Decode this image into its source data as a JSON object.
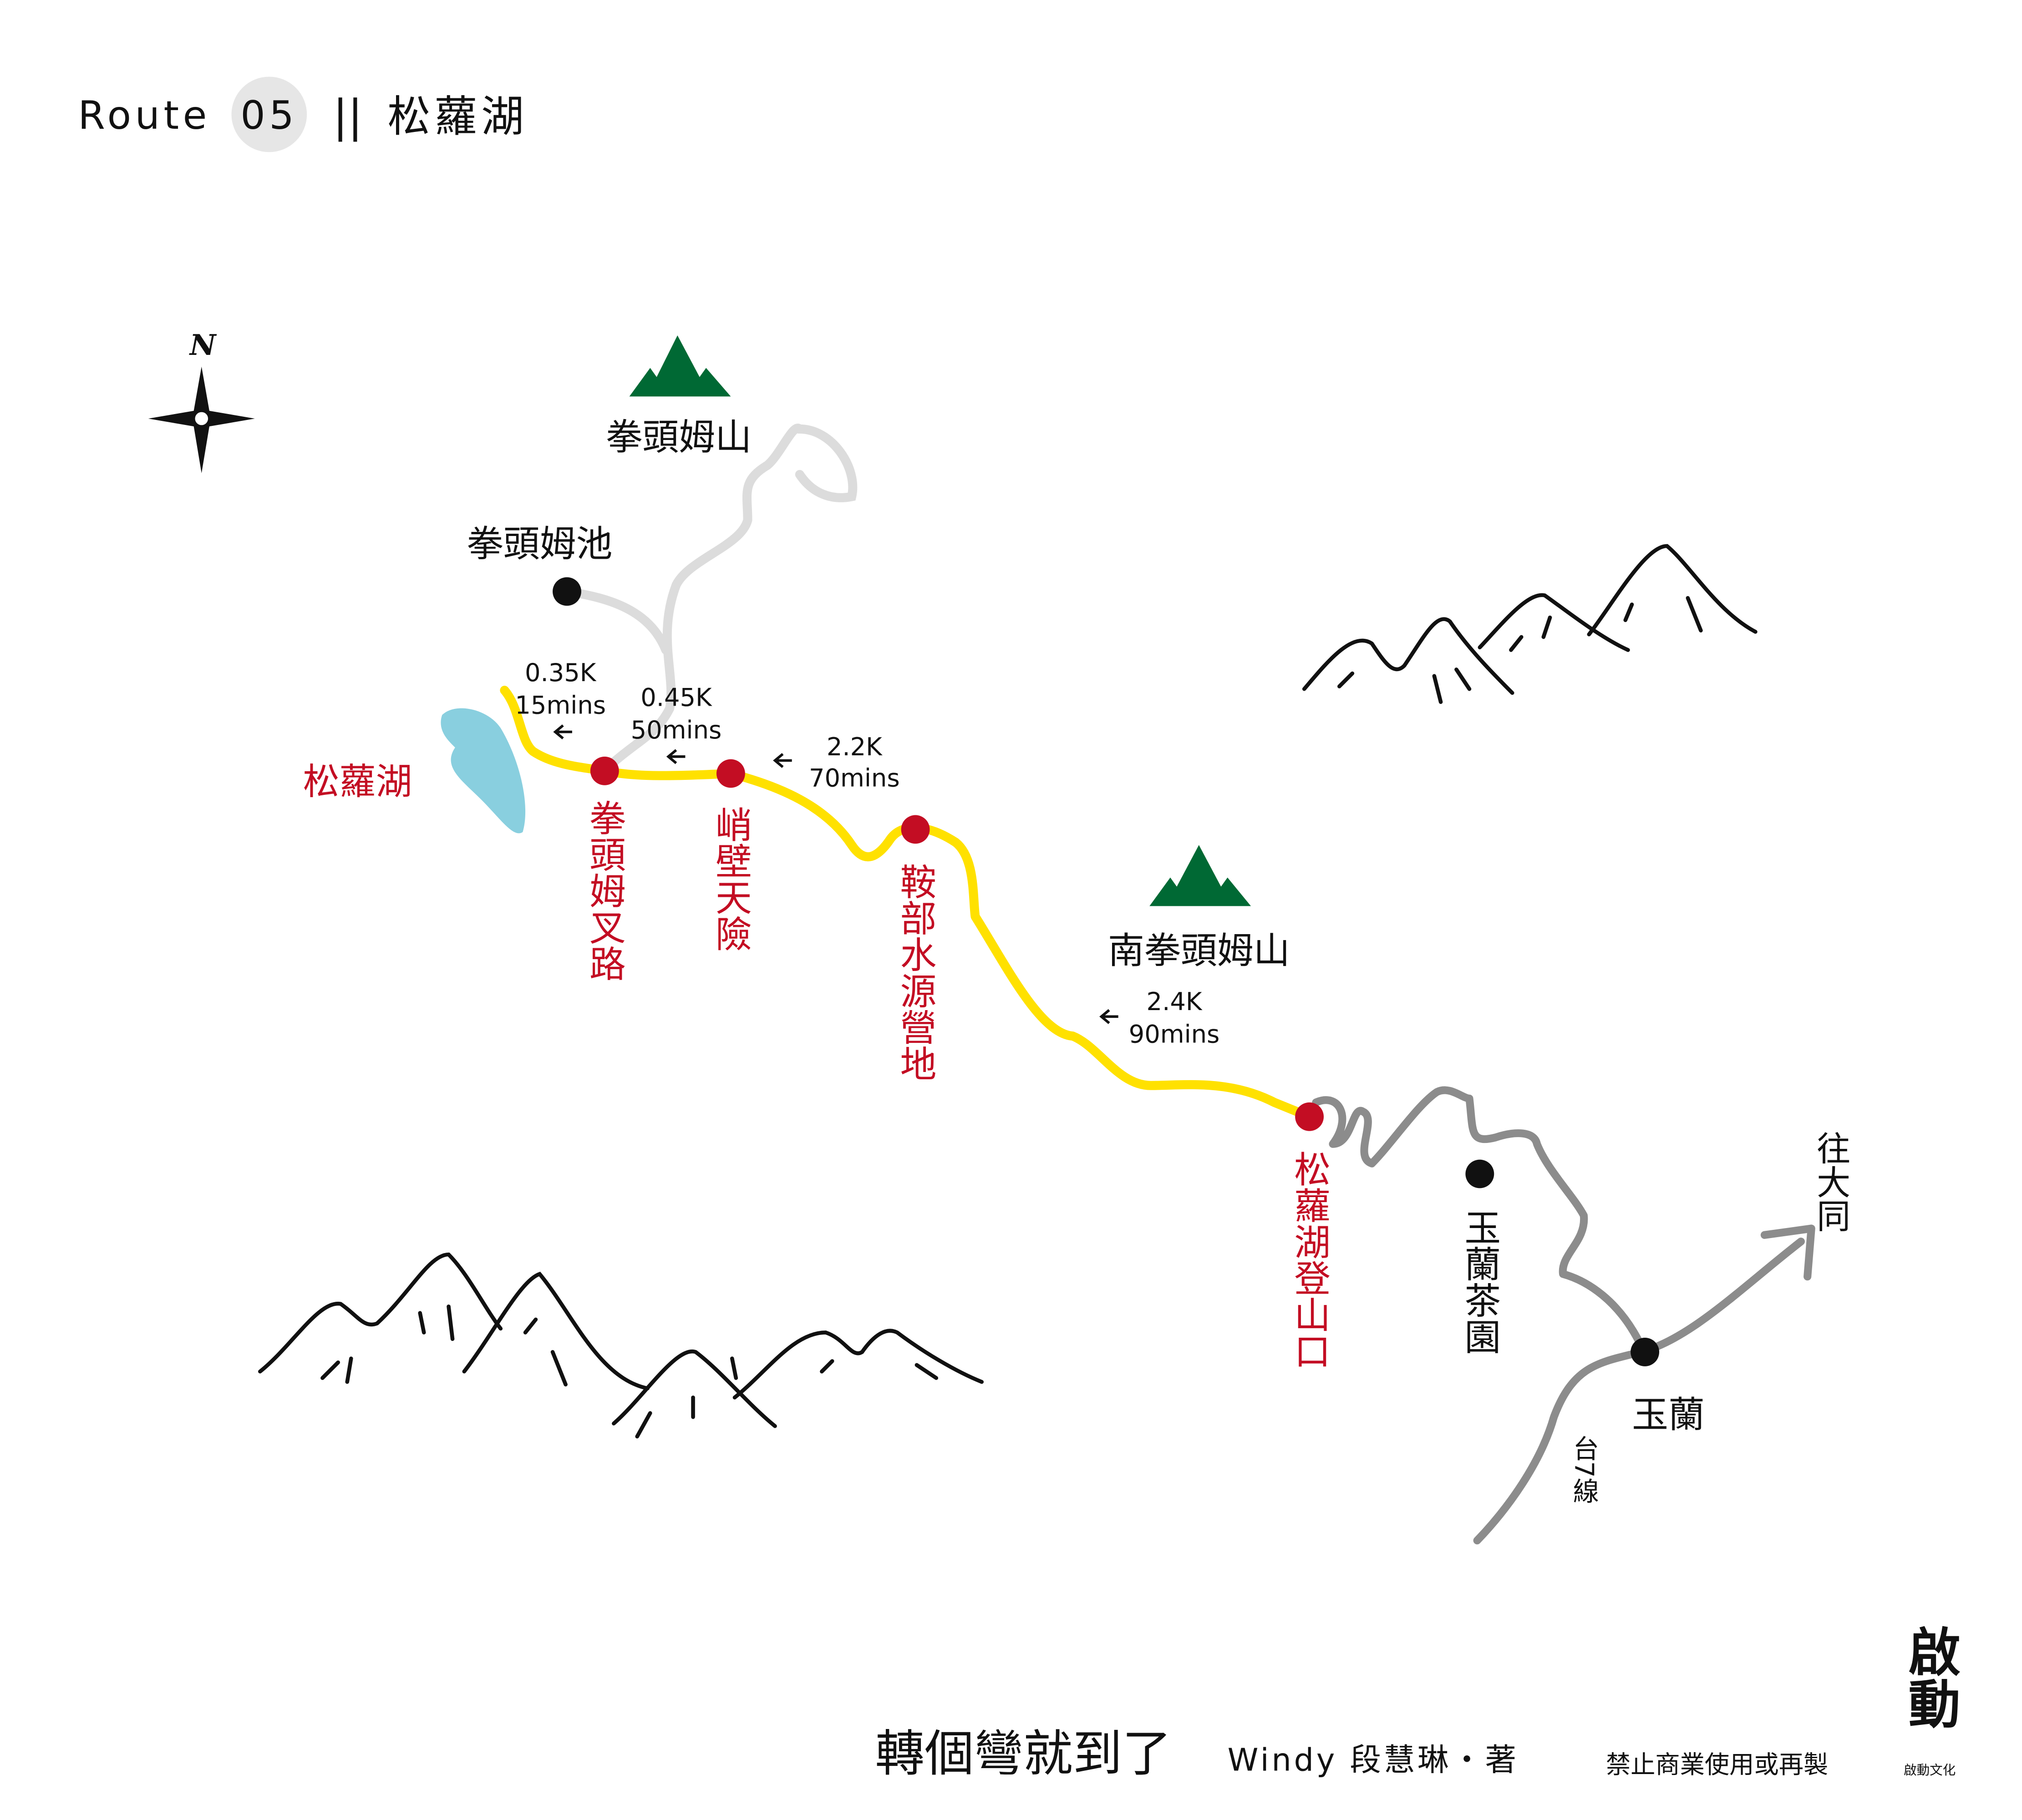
{
  "header": {
    "route_word": "Route",
    "route_number": "05",
    "separator": "||",
    "title": "松蘿湖"
  },
  "compass": {
    "label": "N"
  },
  "peaks": [
    {
      "name": "拳頭姆山"
    },
    {
      "name": "南拳頭姆山"
    }
  ],
  "places": {
    "pond": "拳頭姆池",
    "lake": "松蘿湖",
    "tea_garden": "玉蘭茶園",
    "yulan": "玉蘭",
    "to_datong": "往大同",
    "highway": "台7線"
  },
  "waypoints": [
    {
      "name": "拳頭姆叉路"
    },
    {
      "name": "峭壁天險"
    },
    {
      "name": "鞍部水源營地"
    },
    {
      "name": "松蘿湖登山口"
    }
  ],
  "segments": [
    {
      "distance": "0.35K",
      "time": "15mins"
    },
    {
      "distance": "0.45K",
      "time": "50mins"
    },
    {
      "distance": "2.2K",
      "time": "70mins"
    },
    {
      "distance": "2.4K",
      "time": "90mins"
    }
  ],
  "footer": {
    "book_title": "轉個彎就到了",
    "author": "Windy 段慧琳・著",
    "notice": "禁止商業使用或再製",
    "publisher": "啟動文化",
    "logo_text": "啟動"
  },
  "colors": {
    "trail": "#ffe100",
    "waypoint": "#c30d23",
    "lake": "#89cfdf",
    "peak": "#006934",
    "road": "#8c8c8c",
    "side_trail": "#dcdcdc"
  }
}
